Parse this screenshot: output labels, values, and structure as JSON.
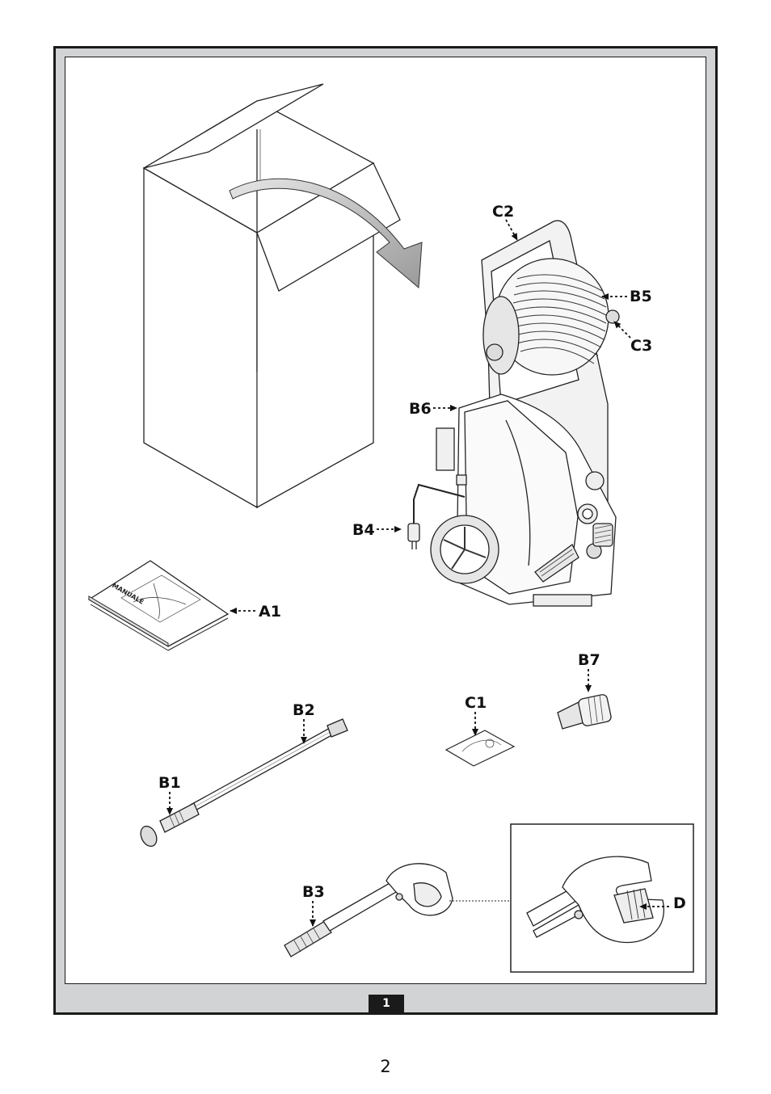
{
  "figure_number": "1",
  "page_number": "2",
  "manual_cover_text": "MANUALE",
  "labels": {
    "a1": "A1",
    "b1": "B1",
    "b2": "B2",
    "b3": "B3",
    "b4": "B4",
    "b5": "B5",
    "b6": "B6",
    "b7": "B7",
    "c1": "C1",
    "c2": "C2",
    "c3": "C3",
    "d": "D"
  }
}
